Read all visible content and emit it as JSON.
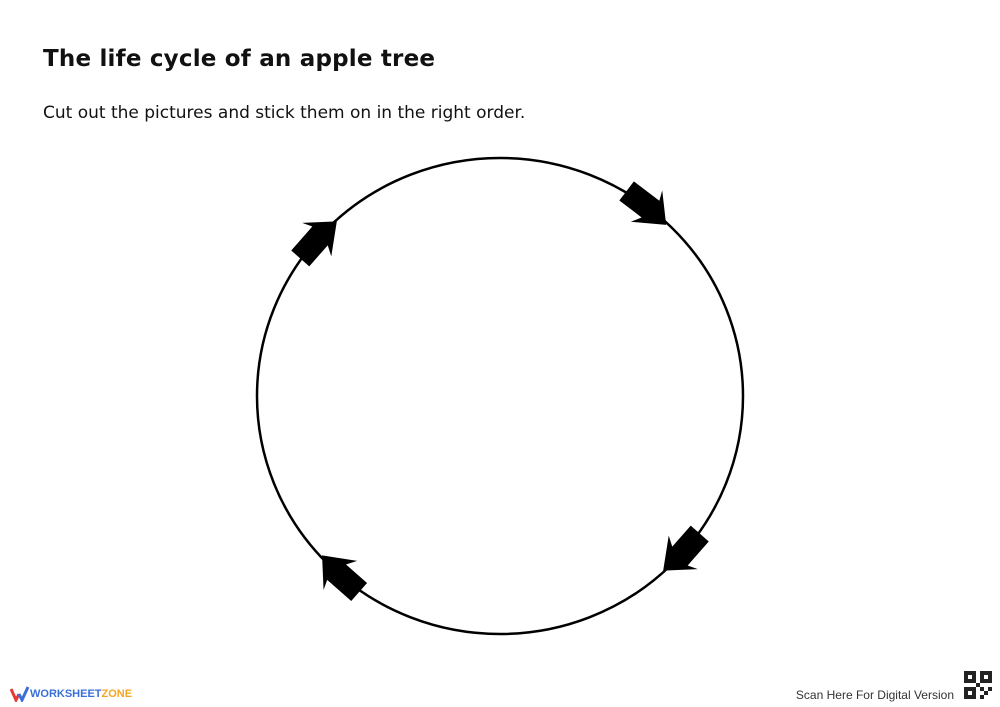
{
  "title": "The life cycle of an apple tree",
  "instruction": "Cut out the pictures and stick them on in the right order.",
  "diagram": {
    "shape": "circle",
    "arrows": 4,
    "direction": "clockwise",
    "color": "#000000"
  },
  "footer": {
    "logo_part1": "WORKSHEET",
    "logo_part2": "ZONE",
    "scan_text": "Scan Here For Digital Version",
    "logo_colors": {
      "blue": "#3b6fd8",
      "orange": "#f5a623",
      "red": "#e53935"
    }
  }
}
